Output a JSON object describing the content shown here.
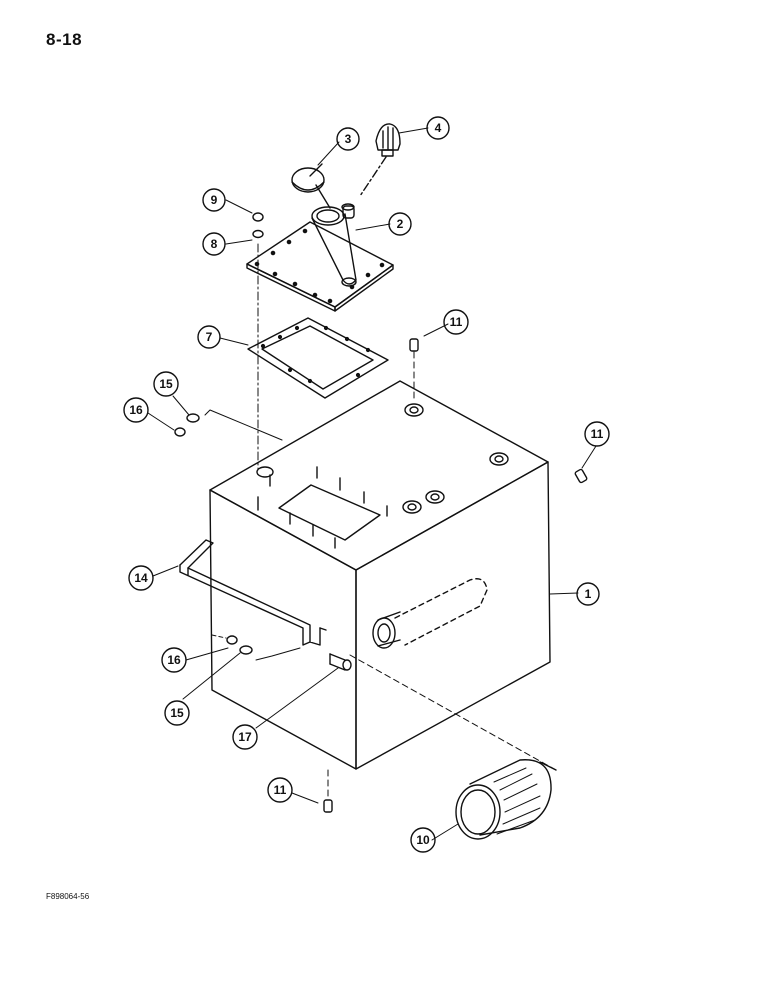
{
  "page": {
    "number": "8-18"
  },
  "figure": {
    "code": "F898064-56"
  },
  "callouts": {
    "c1": "1",
    "c2": "2",
    "c3": "3",
    "c4": "4",
    "c7": "7",
    "c8": "8",
    "c9": "9",
    "c10": "10",
    "c11a": "11",
    "c11b": "11",
    "c11c": "11",
    "c14": "14",
    "c15a": "15",
    "c15b": "15",
    "c16a": "16",
    "c16b": "16",
    "c17": "17"
  }
}
